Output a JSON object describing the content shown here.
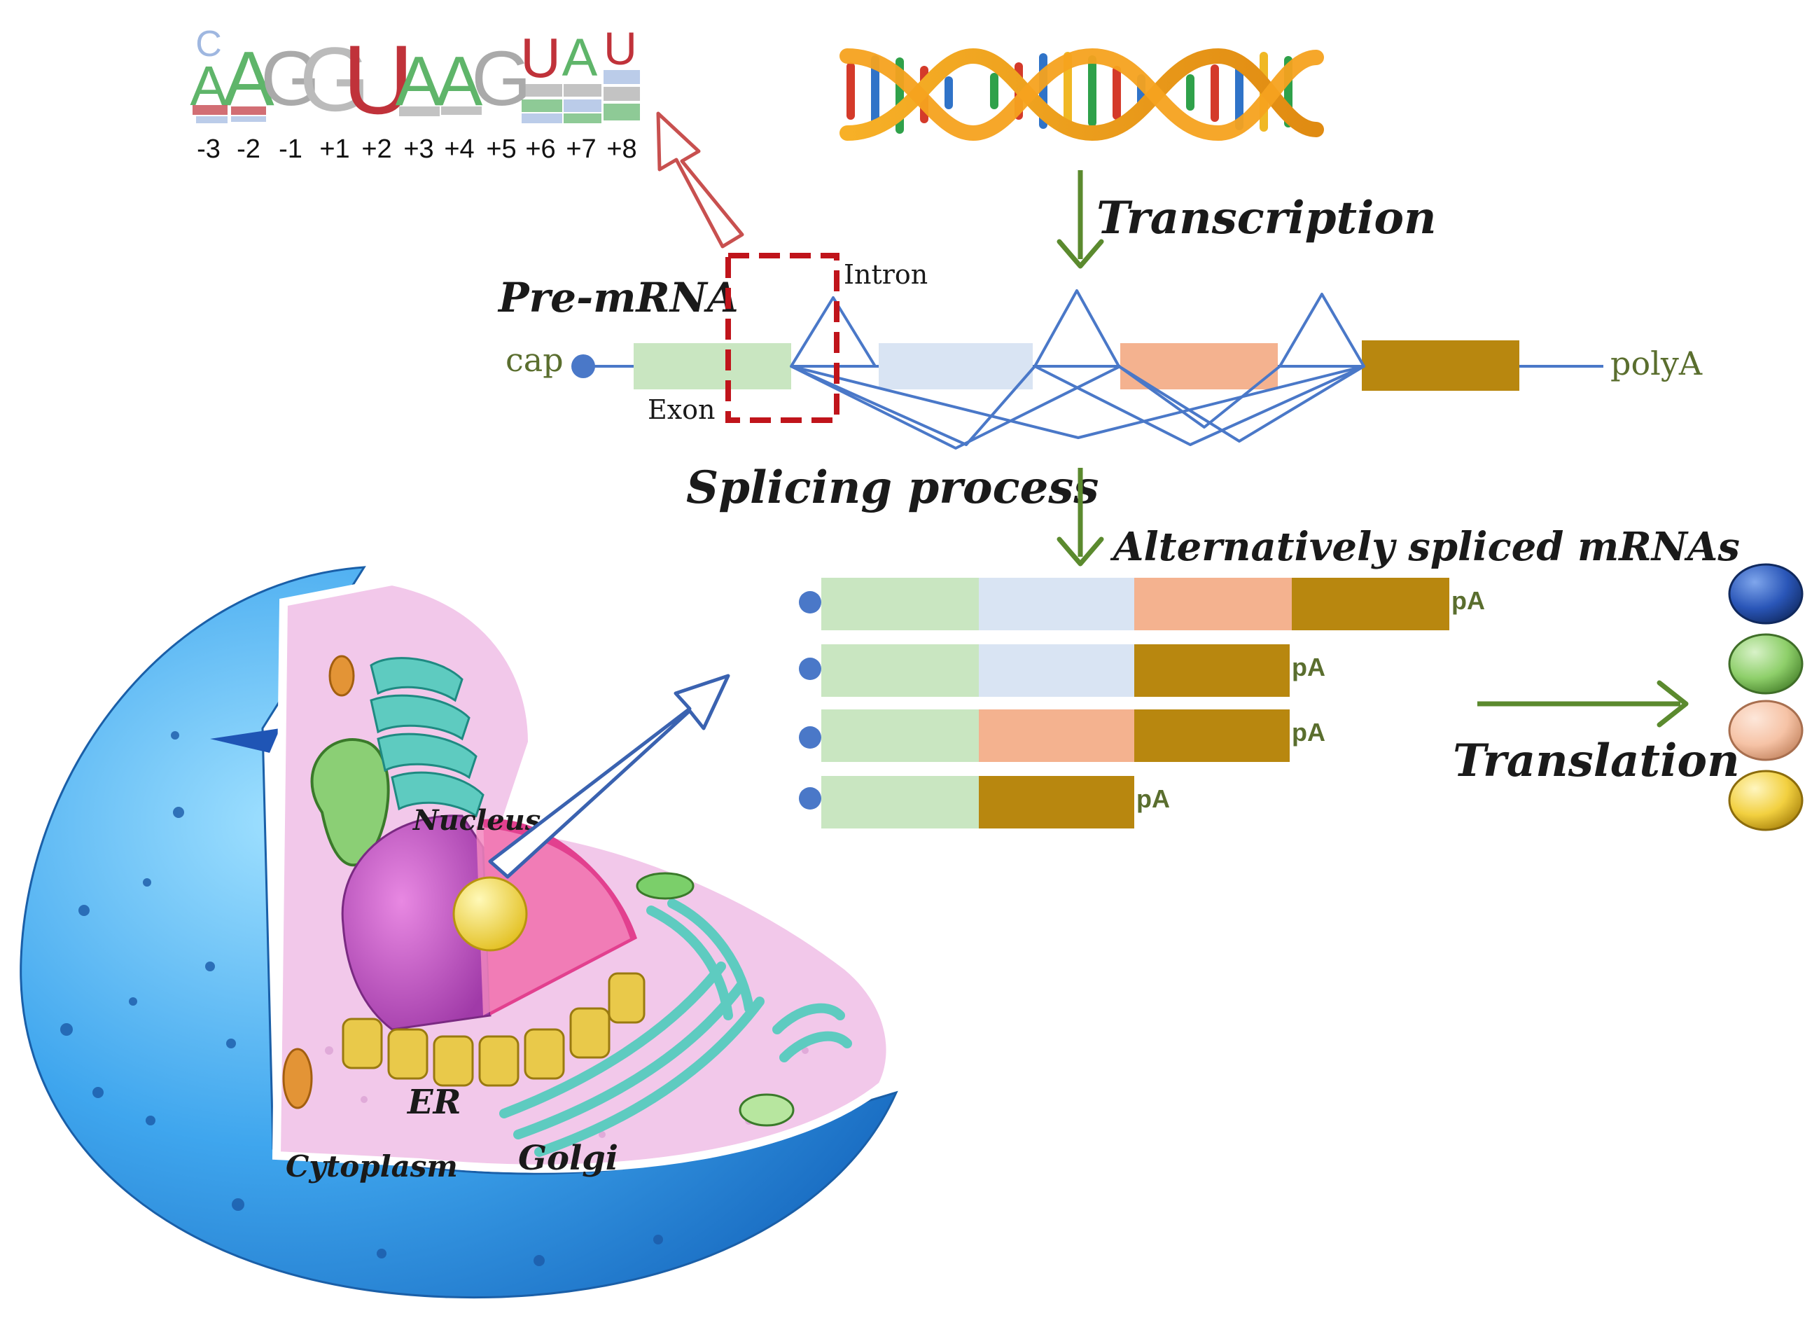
{
  "logo": {
    "letters": [
      {
        "top": "C",
        "main": "A"
      },
      {
        "top": "",
        "main": "A"
      },
      {
        "top": "",
        "main": "G"
      },
      {
        "top": "",
        "main": "G"
      },
      {
        "top": "",
        "main": "U"
      },
      {
        "top": "",
        "main": "A"
      },
      {
        "top": "",
        "main": "A"
      },
      {
        "top": "",
        "main": "G"
      },
      {
        "top": "",
        "main": "U"
      },
      {
        "top": "",
        "main": "A"
      },
      {
        "top": "",
        "main": "U"
      }
    ],
    "positions": [
      "-3",
      "-2",
      "-1",
      "+1",
      "+2",
      "+3",
      "+4",
      "+5",
      "+6",
      "+7",
      "+8"
    ]
  },
  "labels": {
    "transcription": "Transcription",
    "pre_mrna": "Pre-mRNA",
    "intron": "Intron",
    "exon": "Exon",
    "cap": "cap",
    "polya": "polyA",
    "splicing": "Splicing process",
    "alt_spliced": "Alternatively spliced mRNAs",
    "translation": "Translation",
    "pa": "pA",
    "nucleus": "Nucleus",
    "er": "ER",
    "cytoplasm": "Cytoplasm",
    "golgi": "Golgi"
  },
  "colors": {
    "exon1": "#c9e6c1",
    "exon2": "#d9e4f3",
    "exon3": "#f4b28f",
    "exon4": "#b8870f",
    "line_blue": "#4a78c8",
    "arrow_green": "#5b8a2e",
    "dashed_red": "#c0141b",
    "label_green": "#5a6e2e",
    "protein_blue": "#2a56b8",
    "protein_green": "#8ecf6a",
    "protein_peach": "#f6c3a6",
    "protein_yellow": "#f2d040"
  }
}
